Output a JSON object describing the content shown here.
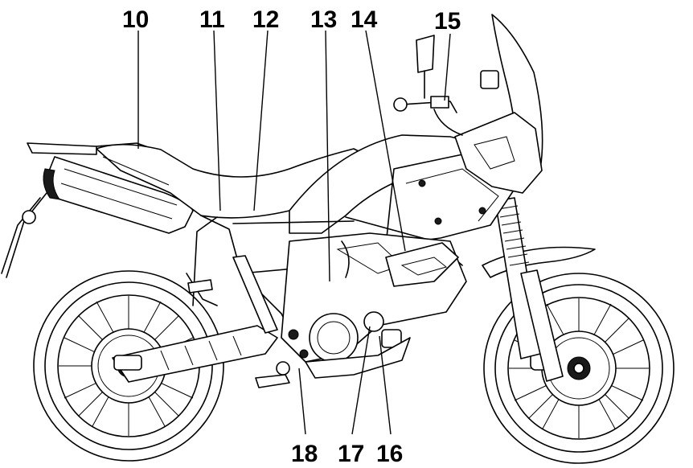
{
  "diagram": {
    "callouts": [
      {
        "id": "10",
        "label": "10"
      },
      {
        "id": "11",
        "label": "11"
      },
      {
        "id": "12",
        "label": "12"
      },
      {
        "id": "13",
        "label": "13"
      },
      {
        "id": "14",
        "label": "14"
      },
      {
        "id": "15",
        "label": "15"
      },
      {
        "id": "16",
        "label": "16"
      },
      {
        "id": "17",
        "label": "17"
      },
      {
        "id": "18",
        "label": "18"
      }
    ]
  }
}
